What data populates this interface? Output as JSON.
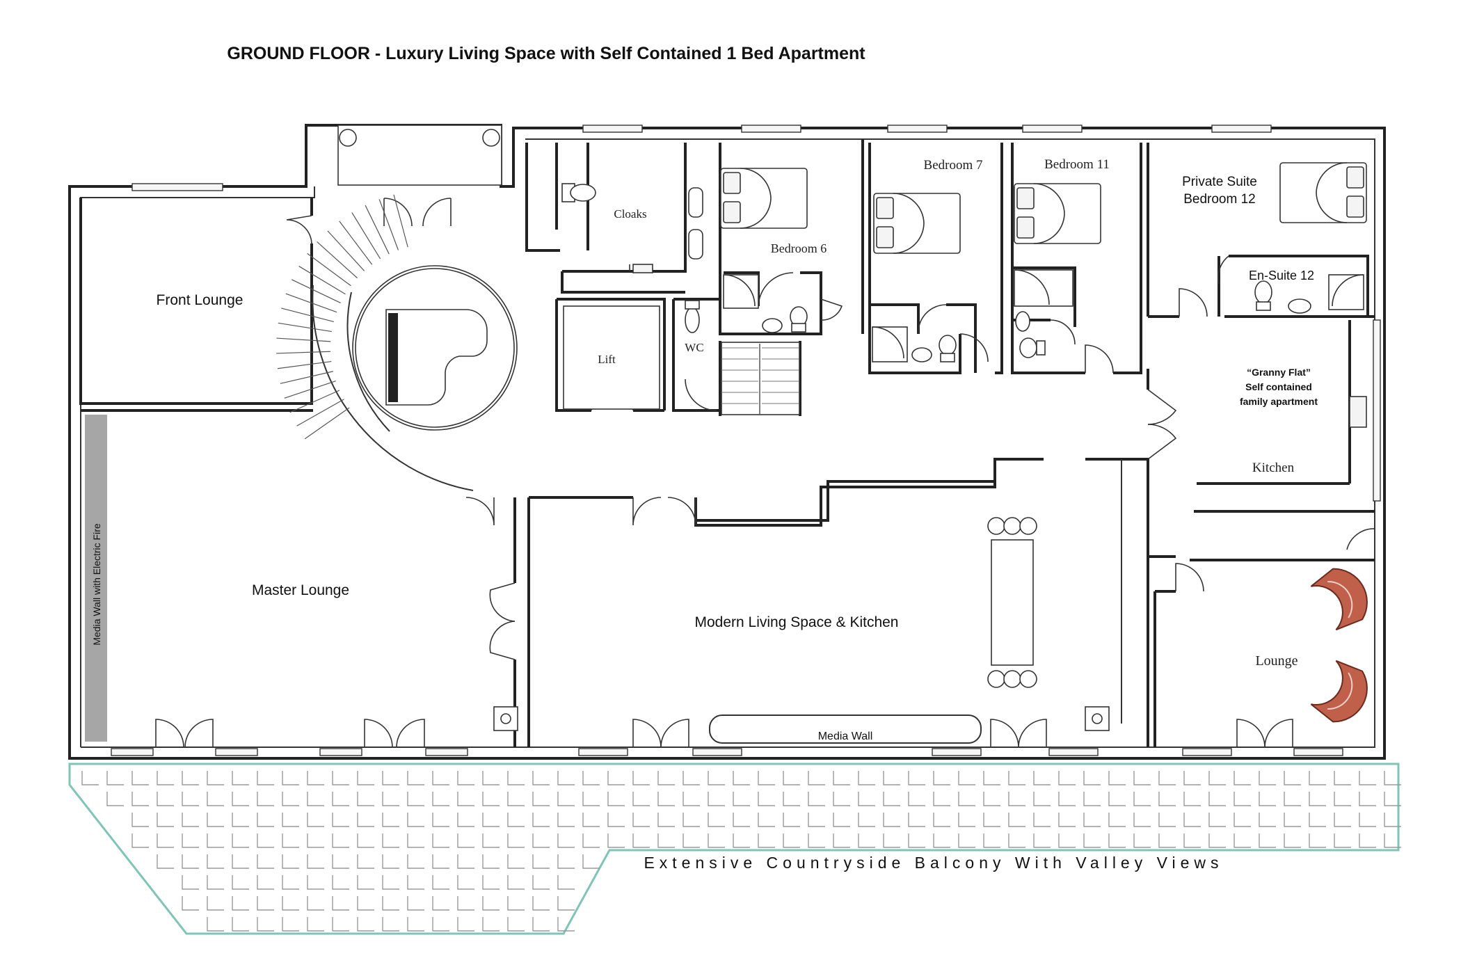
{
  "title": "GROUND FLOOR - Luxury Living Space with Self Contained 1 Bed Apartment",
  "rooms": {
    "front_lounge": "Front Lounge",
    "master_lounge": "Master Lounge",
    "media_wall_fire": "Media Wall with Electric Fire",
    "cloaks": "Cloaks",
    "lift": "Lift",
    "wc": "WC",
    "bedroom_6": "Bedroom 6",
    "bedroom_7": "Bedroom 7",
    "bedroom_11": "Bedroom 11",
    "private_suite_line1": "Private Suite",
    "private_suite_line2": "Bedroom 12",
    "en_suite_12": "En-Suite 12",
    "granny_line1": "“Granny Flat”",
    "granny_line2": "Self contained",
    "granny_line3": "family apartment",
    "kitchen": "Kitchen",
    "modern_living": "Modern Living Space & Kitchen",
    "media_wall": "Media Wall",
    "lounge": "Lounge"
  },
  "balcony_label": "Extensive Countryside Balcony With Valley Views",
  "colors": {
    "wall": "#222222",
    "sofa": "#c0604a",
    "tile_line": "#9a9a9a",
    "balcony_edge": "#7fc4b6",
    "media_wall_panel": "#a6a6a6"
  }
}
